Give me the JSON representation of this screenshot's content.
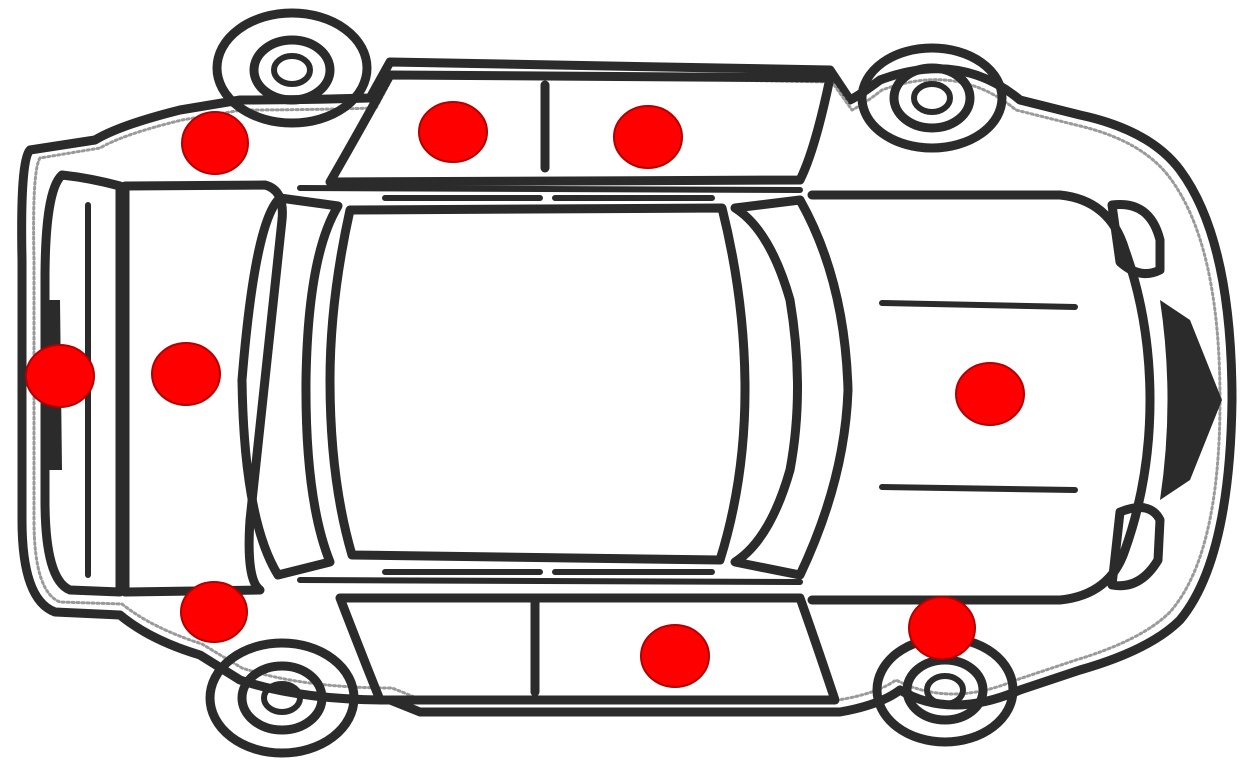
{
  "diagram": {
    "subject": "car-top-view",
    "marker_color": "#ff0000",
    "outline_color": "#2b2b2b",
    "markers": [
      {
        "id": "rear-left-corner"
      },
      {
        "id": "left-rear-door"
      },
      {
        "id": "left-front-door"
      },
      {
        "id": "rear-bumper"
      },
      {
        "id": "trunk-lid"
      },
      {
        "id": "hood"
      },
      {
        "id": "rear-right-corner"
      },
      {
        "id": "right-front-door"
      },
      {
        "id": "front-right-fender"
      }
    ]
  }
}
